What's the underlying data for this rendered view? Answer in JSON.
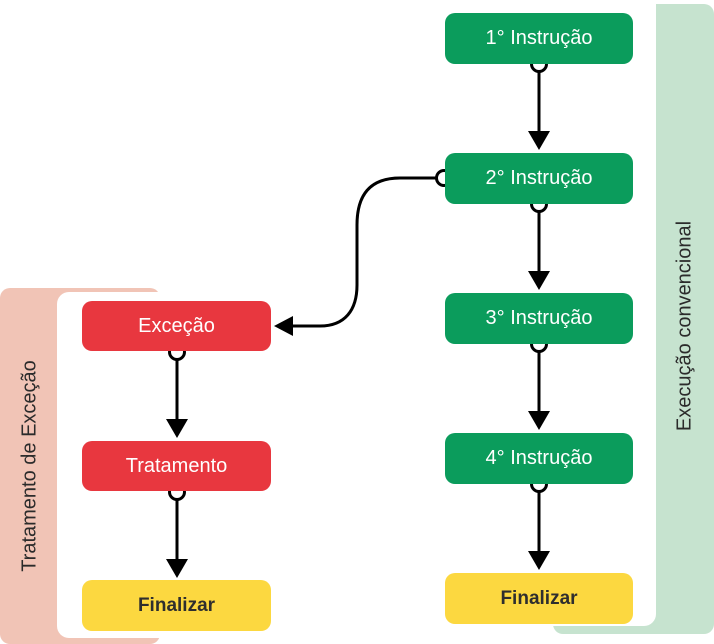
{
  "diagram": {
    "lanes": {
      "normal": {
        "label": "Execução convencional",
        "color": "#c6e3cf"
      },
      "exception": {
        "label": "Tratamento de Exceção",
        "color": "#f1c4b6"
      }
    },
    "normal_flow": [
      {
        "label": "1° Instrução",
        "kind": "instruction"
      },
      {
        "label": "2° Instrução",
        "kind": "instruction"
      },
      {
        "label": "3° Instrução",
        "kind": "instruction"
      },
      {
        "label": "4° Instrução",
        "kind": "instruction"
      },
      {
        "label": "Finalizar",
        "kind": "end"
      }
    ],
    "exception_flow": [
      {
        "label": "Exceção",
        "kind": "exception"
      },
      {
        "label": "Tratamento",
        "kind": "exception"
      },
      {
        "label": "Finalizar",
        "kind": "end"
      }
    ],
    "colors": {
      "instruction": "#0b9c5c",
      "exception": "#e8373f",
      "end": "#fcd840",
      "edge": "#000000"
    },
    "branch": {
      "from": "2° Instrução",
      "to": "Exceção"
    }
  }
}
